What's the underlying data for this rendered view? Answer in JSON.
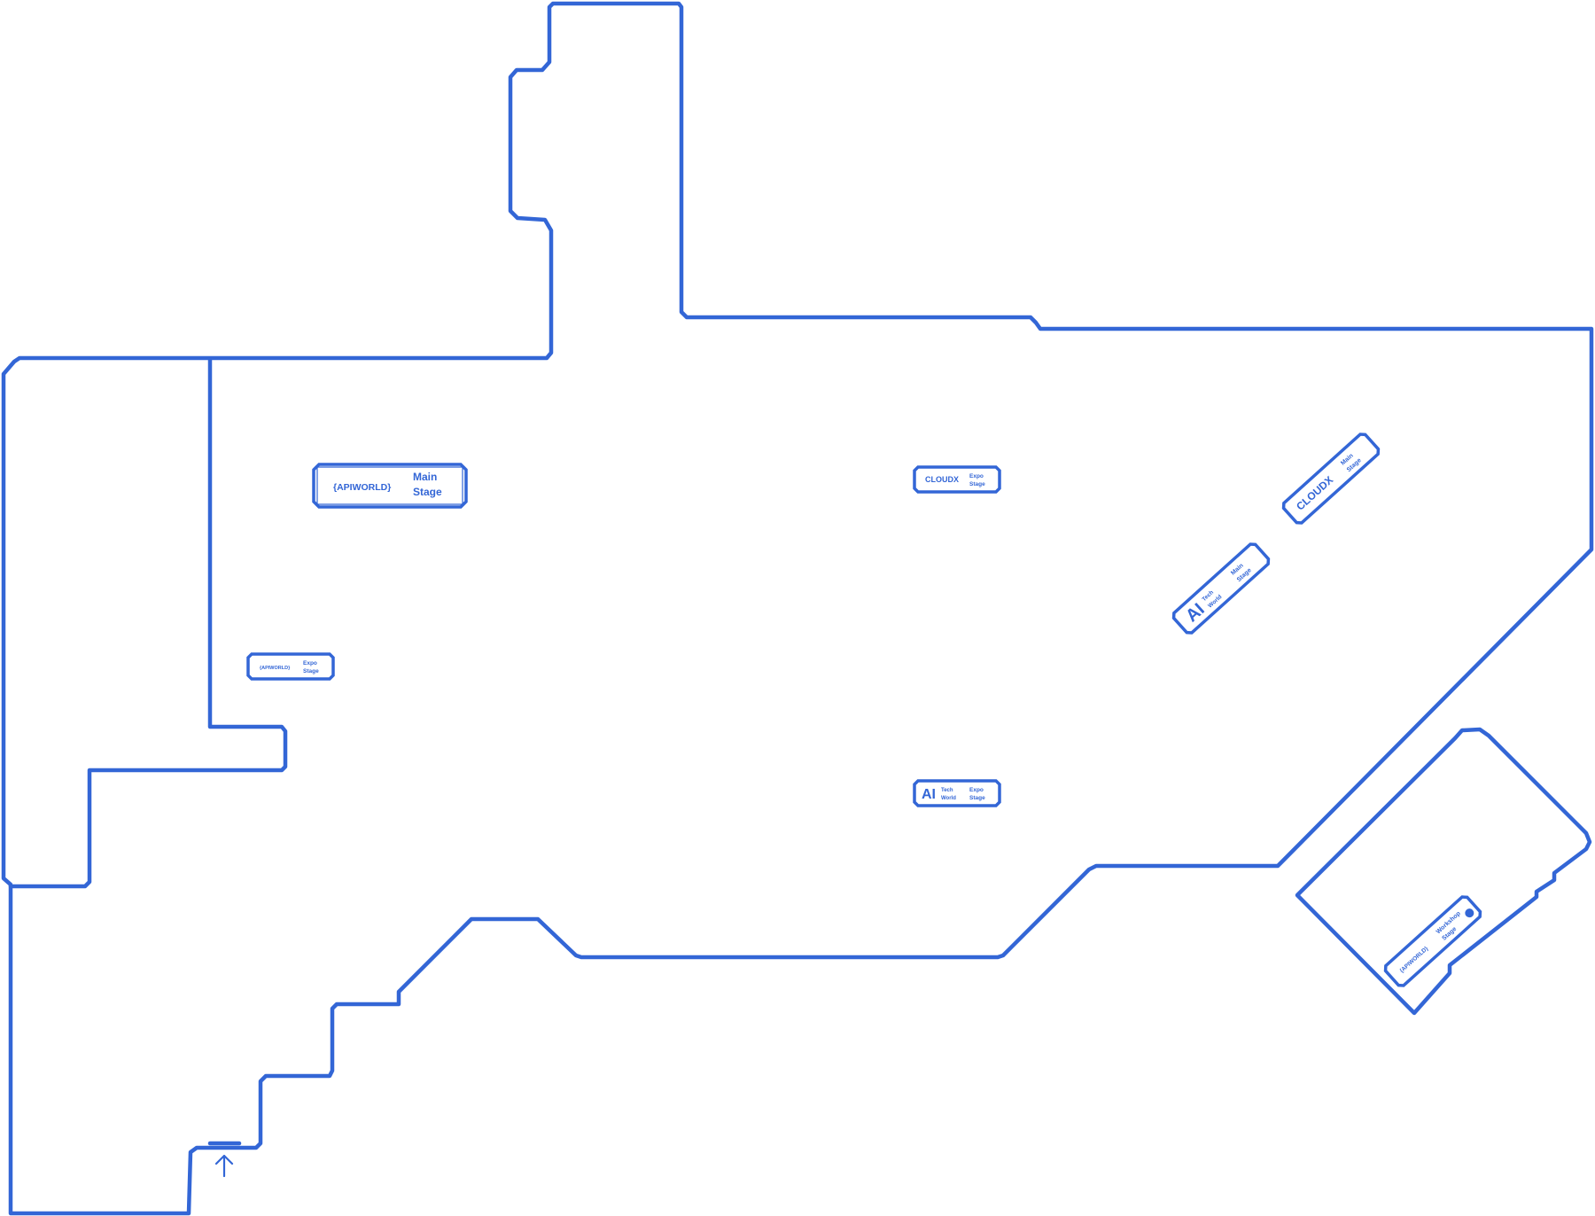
{
  "map": {
    "accent_color": "#3366d6",
    "background": "#ffffff",
    "entrance_icon": "up-arrow-icon"
  },
  "stages": {
    "apiworld_main": {
      "logo": "{APIWORLD}",
      "label_line1": "Main",
      "label_line2": "Stage"
    },
    "cloudx_expo": {
      "logo": "CLOUDX",
      "label_line1": "Expo",
      "label_line2": "Stage"
    },
    "cloudx_main": {
      "logo": "CLOUDX",
      "label_line1": "Main",
      "label_line2": "Stage"
    },
    "aitech_main": {
      "logo": "AI",
      "logo_sub1": "Tech",
      "logo_sub2": "World",
      "label_line1": "Main",
      "label_line2": "Stage"
    },
    "apiworld_expo": {
      "logo": "{APIWORLD}",
      "label_line1": "Expo",
      "label_line2": "Stage"
    },
    "aitech_expo": {
      "logo": "AI",
      "logo_sub1": "Tech",
      "logo_sub2": "World",
      "label_line1": "Expo",
      "label_line2": "Stage"
    },
    "apiworld_workshop": {
      "logo": "{APIWORLD}",
      "label_line1": "Workshop",
      "label_line2": "Stage"
    }
  }
}
